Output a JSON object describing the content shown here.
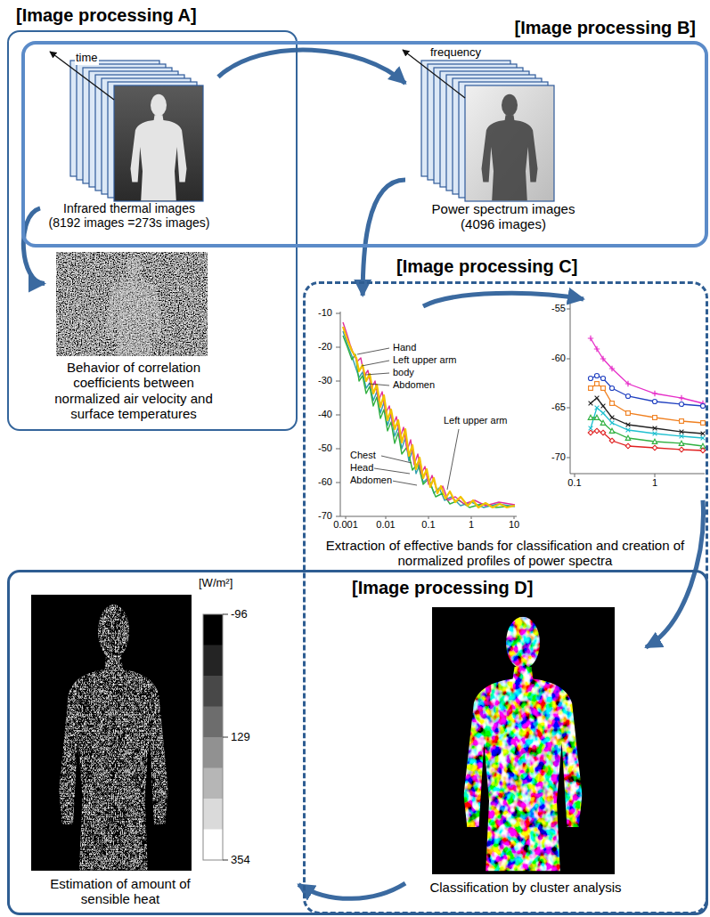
{
  "diagram": {
    "nodes": [
      {
        "text": [
          "[Image processing A]"
        ]
      },
      {
        "text": [
          "[Image processing B]"
        ]
      },
      {
        "text": [
          "Infrared thermal images (8192 images =273s images)"
        ],
        "in": 1
      },
      {
        "text": [
          "Power spectrum images (4096 images)"
        ],
        "in": 1
      },
      {
        "text": [
          "Behavior of correlation coefficients between normalized air velocity and surface temperatures"
        ],
        "in": 0
      },
      {
        "text": [
          "[Image processing C]"
        ]
      },
      {
        "text": [
          "Extraction of effective bands for classification and creation of normalized profiles of power spectra"
        ],
        "in": 5
      },
      {
        "text": [
          "[Image processing D]"
        ]
      },
      {
        "text": [
          "Estimation of amount of sensible heat"
        ],
        "in": 7
      },
      {
        "text": [
          "Classification by cluster analysis"
        ],
        "in": 7
      }
    ],
    "edges": [
      {
        "from": 2,
        "to": 3,
        "arrow": "to"
      },
      {
        "from": 2,
        "to": 4,
        "arrow": "to"
      },
      {
        "from": 3,
        "to": 6,
        "arrow": "to"
      },
      {
        "from": 6,
        "to": 9,
        "arrow": "to"
      },
      {
        "from": 9,
        "to": 8,
        "arrow": "to"
      }
    ],
    "labels": [
      "time",
      "frequency",
      "Hand",
      "Left upper arm",
      "body",
      "Abdomen",
      "Left upper arm",
      "Chest",
      "Head",
      "Abdomen",
      "-10",
      "-20",
      "-30",
      "-40",
      "-50",
      "-60",
      "-70",
      "0.001",
      "0.01",
      "0.1",
      "1",
      "10",
      "-55",
      "-60",
      "-65",
      "-70",
      "0.1",
      "1",
      "[W/m²]",
      "-96",
      "129",
      "354"
    ]
  }
}
